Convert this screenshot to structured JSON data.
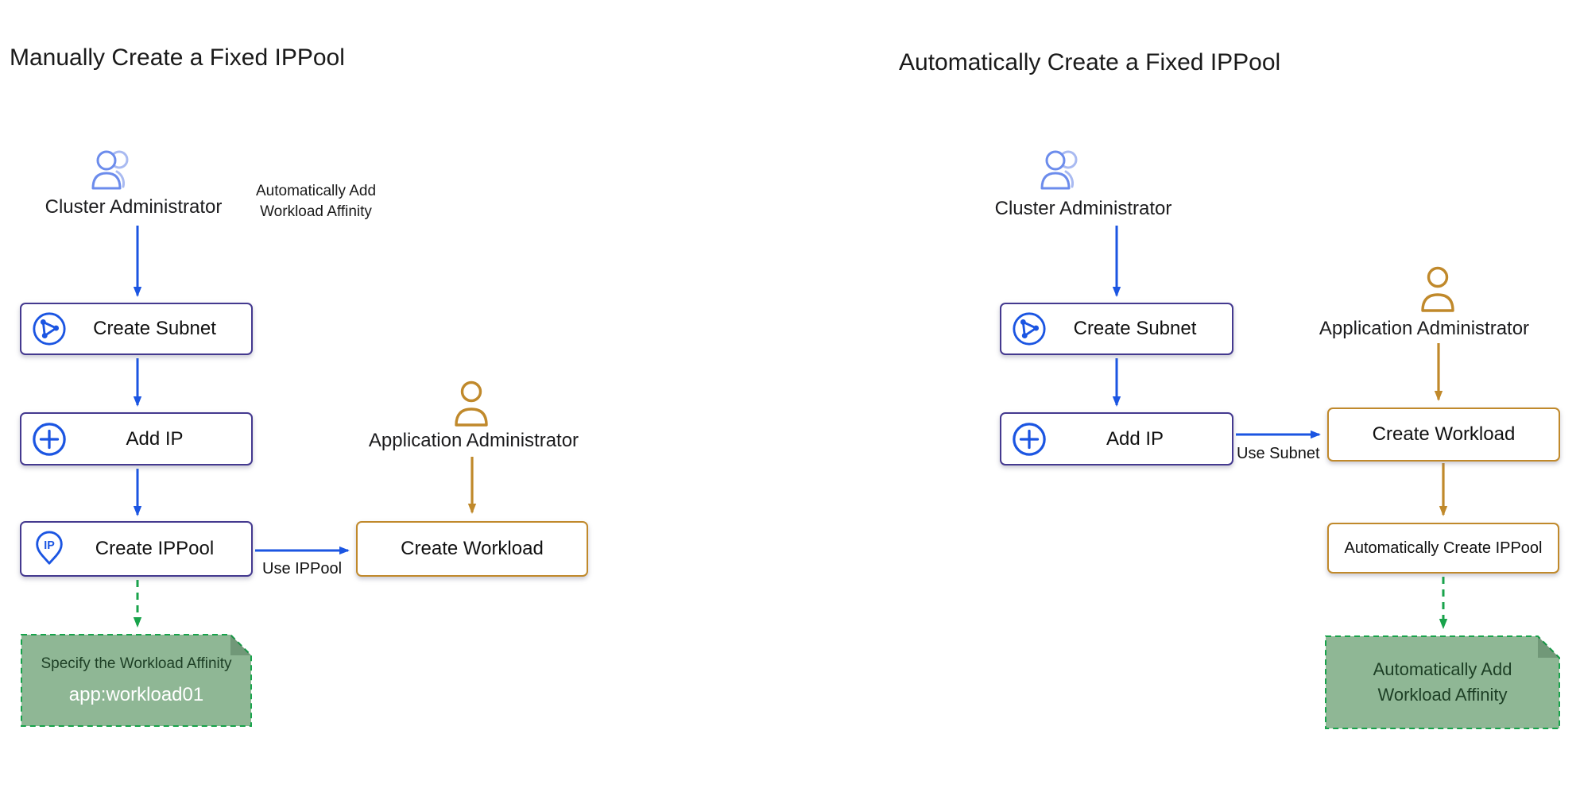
{
  "colors": {
    "flow_blue": "#1b55e2",
    "box_border_indigo": "#44398f",
    "gold": "#c0892b",
    "green_dash": "#18a34b",
    "note_fill": "#8fb795",
    "note_text_dark": "#1d3f25",
    "note_text_light": "#ffffff",
    "text": "#1a1a1a"
  },
  "icons": {
    "cluster_admin": "users-icon",
    "app_admin": "user-icon",
    "create_subnet": "subnet-icon",
    "add_ip": "plus-circle-icon",
    "create_ippool": "ip-pin-icon",
    "ip_pin_text": "IP"
  },
  "left": {
    "title": "Manually Create a Fixed IPPool",
    "cluster_admin": "Cluster Administrator",
    "app_admin": "Application Administrator",
    "floating_note": {
      "line1": "Automatically Add",
      "line2": "Workload Affinity"
    },
    "steps": [
      {
        "label": "Create Subnet"
      },
      {
        "label": "Add IP"
      },
      {
        "label": "Create IPPool"
      }
    ],
    "workload": "Create Workload",
    "edge_label": "Use IPPool",
    "note": {
      "line1": "Specify the Workload Affinity",
      "line2": "app:workload01"
    }
  },
  "right": {
    "title": "Automatically Create a Fixed IPPool",
    "cluster_admin": "Cluster Administrator",
    "app_admin": "Application Administrator",
    "steps": [
      {
        "label": "Create Subnet"
      },
      {
        "label": "Add IP"
      }
    ],
    "workload": "Create Workload",
    "auto_ippool": "Automatically Create IPPool",
    "edge_label": "Use Subnet",
    "note": {
      "line1": "Automatically Add",
      "line2": "Workload Affinity"
    }
  }
}
